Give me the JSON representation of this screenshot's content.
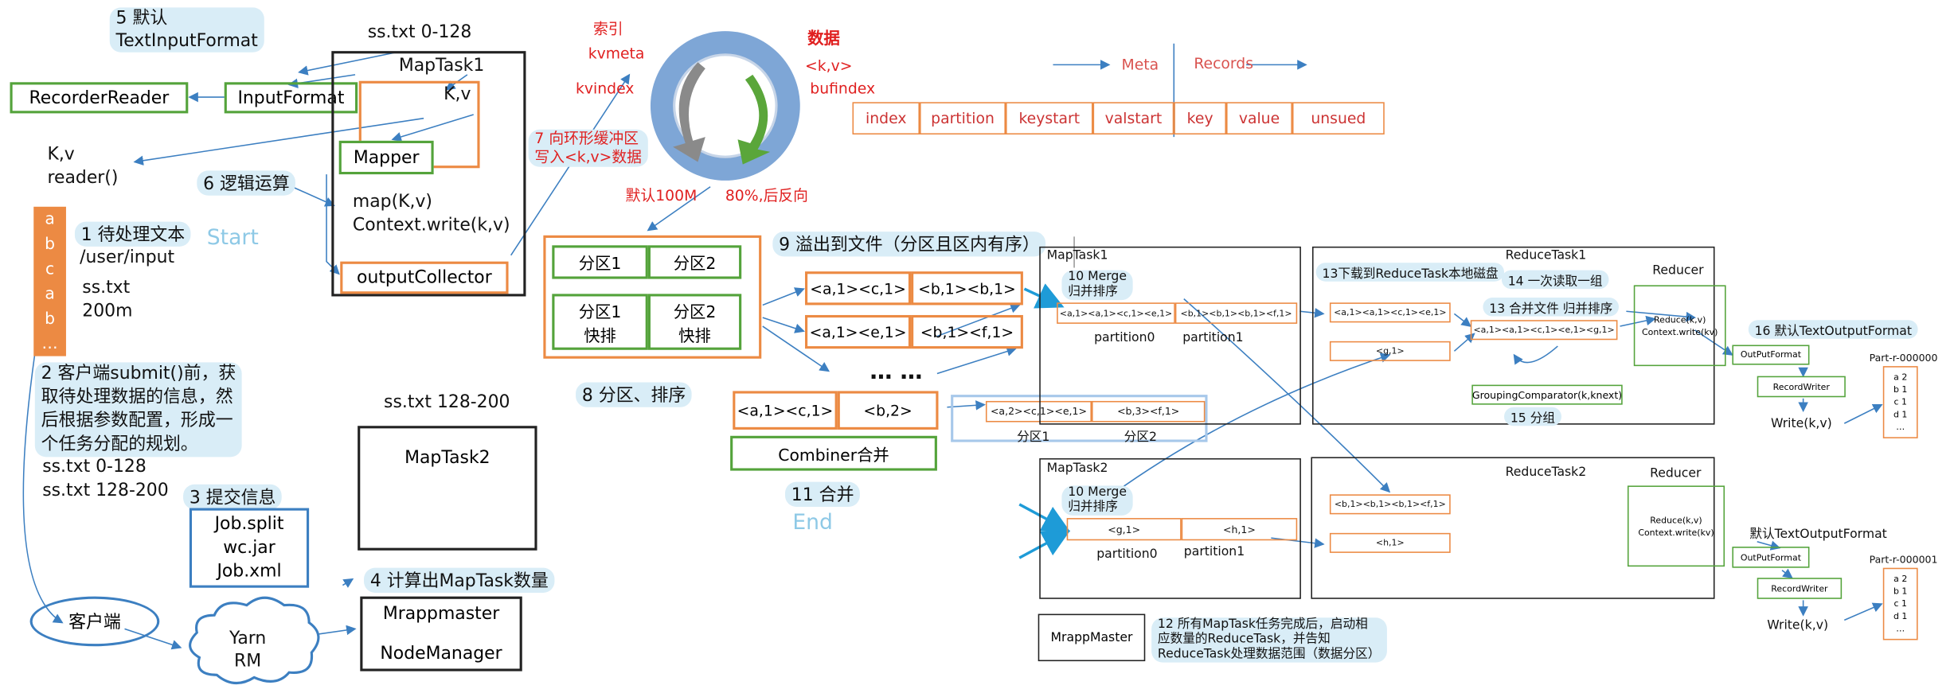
{
  "step5": {
    "line1": "5 默认",
    "line2": "TextInputFormat"
  },
  "recorder_reader": "RecorderReader",
  "input_format": "InputFormat",
  "kv_reader": {
    "line1": "K,v",
    "line2": "reader()"
  },
  "ss_range1": "ss.txt 0-128",
  "maptask1": {
    "title": "MapTask1",
    "kv": "K,v",
    "mapper": "Mapper",
    "map_line1": "map(K,v)",
    "map_line2": "Context.write(k,v)",
    "output_collector": "outputCollector"
  },
  "step6": "6 逻辑运算",
  "file_chars": [
    "a",
    "b",
    "c",
    "a",
    "b",
    "…"
  ],
  "step1": {
    "label": "1 待处理文本",
    "path": "/user/input",
    "file": "ss.txt",
    "size": "200m",
    "start": "Start"
  },
  "step2": {
    "lines": [
      "2 客户端submit()前，获",
      "取待处理数据的信息，然",
      "后根据参数配置，形成一",
      "个任务分配的规划。"
    ],
    "split1": "ss.txt  0-128",
    "split2": "ss.txt  128-200"
  },
  "step3": "3 提交信息",
  "job_files": [
    "Job.split",
    "wc.jar",
    "Job.xml"
  ],
  "client": "客户端",
  "yarn": {
    "line1": "Yarn",
    "line2": "RM"
  },
  "ss_range2": "ss.txt 128-200",
  "maptask2_left": "MapTask2",
  "step4": "4 计算出MapTask数量",
  "mrappmaster_block": {
    "line1": "Mrappmaster",
    "line2": "NodeManager"
  },
  "ring": {
    "index_label": "索引",
    "kvmeta": "kvmeta",
    "kvindex": "kvindex",
    "data_label": "数据",
    "kv": "<k,v>",
    "bufindex": "bufindex",
    "default_size": "默认100M",
    "spill_pct": "80%,后反向"
  },
  "step7": {
    "line1": "7 向环形缓冲区",
    "line2": "写入<k,v>数据"
  },
  "buffer_meta": {
    "meta": "Meta",
    "records": "Records",
    "cells": [
      "index",
      "partition",
      "keystart",
      "valstart",
      "key",
      "value",
      "unsued"
    ]
  },
  "partitions": {
    "p1": "分区1",
    "p2": "分区2",
    "p1_sort_a": "分区1",
    "p1_sort_b": "快排",
    "p2_sort_a": "分区2",
    "p2_sort_b": "快排"
  },
  "step8": "8 分区、排序",
  "step9": "9 溢出到文件（分区且区内有序）",
  "spill_rows": [
    [
      "<a,1><c,1>",
      "<b,1><b,1>"
    ],
    [
      "<a,1><e,1>",
      "<b,1><f,1>"
    ]
  ],
  "ellipsis": "… …",
  "combiner": {
    "left": "<a,1><c,1>",
    "right": "<b,2>",
    "label": "Combiner合并"
  },
  "combined": {
    "left": "<a,2><c,1><e,1>",
    "right": "<b,3><f,1>",
    "label1": "分区1",
    "label2": "分区2"
  },
  "step11": {
    "label": "11 合并",
    "end": "End"
  },
  "mt1": {
    "title": "MapTask1",
    "merge1": "10 Merge",
    "merge2": "归并排序",
    "left": "<a,1><a,1><c,1><e,1>",
    "right": "<b,1><b,1><b,1><f,1>",
    "p0": "partition0",
    "p1": "partition1"
  },
  "mt2": {
    "title": "MapTask2",
    "merge1": "10 Merge",
    "merge2": "归并排序",
    "left": "<g,1>",
    "right": "<h,1>",
    "p0": "partition0",
    "p1": "partition1"
  },
  "step12": {
    "lines": [
      "12 所有MapTask任务完成后，启动相",
      "应数量的ReduceTask，并告知",
      "ReduceTask处理数据范围（数据分区）"
    ]
  },
  "mrapp_master_box": "MrappMaster",
  "rt1": {
    "title": "ReduceTask1",
    "step13_dl": "13下载到ReduceTask本地磁盘",
    "step14": "14 一次读取一组",
    "step13_merge": "13 合并文件 归并排序",
    "in1": "<a,1><a,1><c,1><e,1>",
    "in2": "<g,1>",
    "merged": "<a,1><a,1><c,1><e,1><g,1>",
    "grouping": "GroupingComparator(k,knext)",
    "step15": "15 分组",
    "reducer": "Reducer",
    "reduce1": "Reduce(k,v)",
    "reduce2": "Context.write(kv)"
  },
  "rt2": {
    "title": "ReduceTask2",
    "in1": "<b,1><b,1><b,1><f,1>",
    "in2": "<h,1>",
    "reducer": "Reducer",
    "reduce1": "Reduce(k,v)",
    "reduce2": "Context.write(kv)"
  },
  "out1": {
    "step16": "16 默认TextOutputFormat",
    "output_format": "OutPutFormat",
    "record_writer": "RecordWriter",
    "write": "Write(k,v)",
    "part": "Part-r-000000",
    "lines": [
      "a 2",
      "b 1",
      "c 1",
      "d 1",
      "…"
    ]
  },
  "out2": {
    "label": "默认TextOutputFormat",
    "output_format": "OutPutFormat",
    "record_writer": "RecordWriter",
    "write": "Write(k,v)",
    "part": "Part-r-000001",
    "lines": [
      "a 2",
      "b 1",
      "c 1",
      "d 1",
      "…"
    ]
  },
  "colors": {
    "orange": "#ec8a43",
    "green": "#54a33b",
    "blue": "#3c7fc1",
    "red": "#e02020",
    "highlight": "#d9edf7"
  }
}
